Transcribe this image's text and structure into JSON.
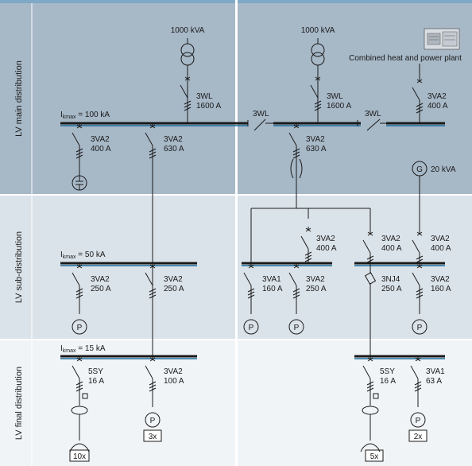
{
  "zones": {
    "main": "LV main distribution",
    "sub": "LV sub-distribution",
    "final": "LV final distribution"
  },
  "ik": {
    "main_prefix": "I",
    "main_sub": "kmax",
    "main_val": " = 100 kA",
    "sub_prefix": "I",
    "sub_sub": "kmax",
    "sub_val": " = 50 kA",
    "final_prefix": "I",
    "final_sub": "kmax",
    "final_val": " = 15 kA"
  },
  "transformers": {
    "left": "1000 kVA",
    "right": "1000 kVA"
  },
  "chp": "Combined heat and power plant",
  "generator": {
    "symbol": "G",
    "rating": "20 kVA"
  },
  "motor_symbol": "P",
  "breakers": {
    "inc_left": [
      "3WL",
      "1600 A"
    ],
    "inc_right": [
      "3WL",
      "1600 A"
    ],
    "chp": [
      "3VA2",
      "400 A"
    ],
    "tie1": "3WL",
    "tie2": "3WL",
    "cap": [
      "3VA2",
      "400 A"
    ],
    "m_left": [
      "3VA2",
      "630 A"
    ],
    "m_right": [
      "3VA2",
      "630 A"
    ],
    "s_l1": [
      "3VA2",
      "250 A"
    ],
    "s_l2": [
      "3VA2",
      "250 A"
    ],
    "s_mid": [
      "3VA2",
      "400 A"
    ],
    "s_r1": [
      "3VA1",
      "160 A"
    ],
    "s_r2": [
      "3VA2",
      "250 A"
    ],
    "s_r3": [
      "3VA2",
      "400 A"
    ],
    "s_r4": [
      "3VA2",
      "400 A"
    ],
    "s_r5": [
      "3NJ4",
      "250 A"
    ],
    "s_r6": [
      "3VA2",
      "160 A"
    ],
    "f_l1": [
      "5SY",
      "16 A"
    ],
    "f_l2": [
      "3VA2",
      "100 A"
    ],
    "f_r1": [
      "5SY",
      "16 A"
    ],
    "f_r2": [
      "3VA1",
      "63 A"
    ]
  },
  "counts": {
    "lamps_left": "10x",
    "motors_left": "3x",
    "lamps_right": "5x",
    "motors_right": "2x"
  }
}
